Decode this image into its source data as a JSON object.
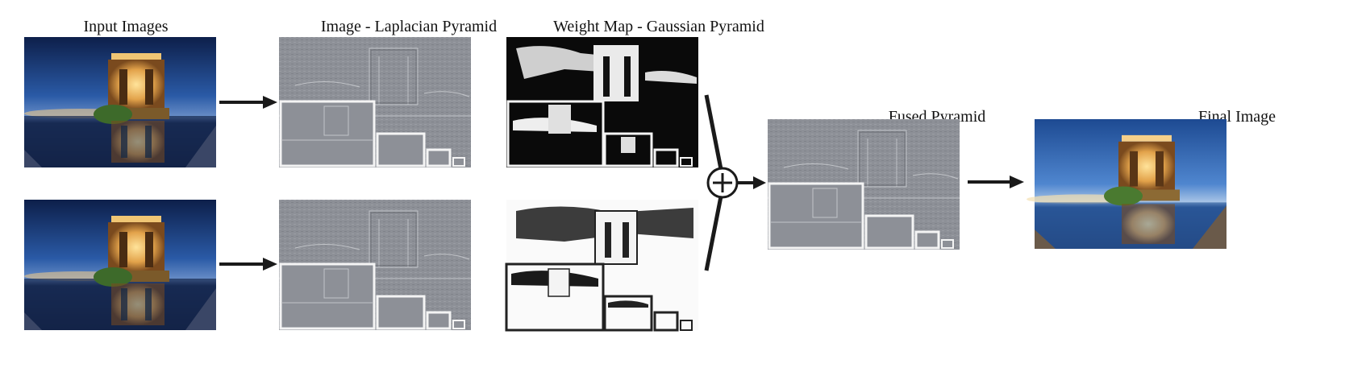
{
  "titles": {
    "input": "Input Images",
    "laplacian": "Image - Laplacian Pyramid",
    "weight": "Weight Map - Gaussian Pyramid",
    "fused": "Fused Pyramid",
    "final": "Final Image"
  },
  "operators": {
    "multiply": "*"
  },
  "colors": {
    "sky_dark": "#0f2a5c",
    "sky_mid": "#2c5ea8",
    "sky_light": "#6e9ad6",
    "tower_glow": "#e8b35a",
    "water": "#1b2f55",
    "pyramid_gray": "#8c8f96",
    "arrow": "#1a1a1a"
  },
  "icons": [
    "right-arrow-icon",
    "plus-circle-icon",
    "multiply-icon"
  ]
}
